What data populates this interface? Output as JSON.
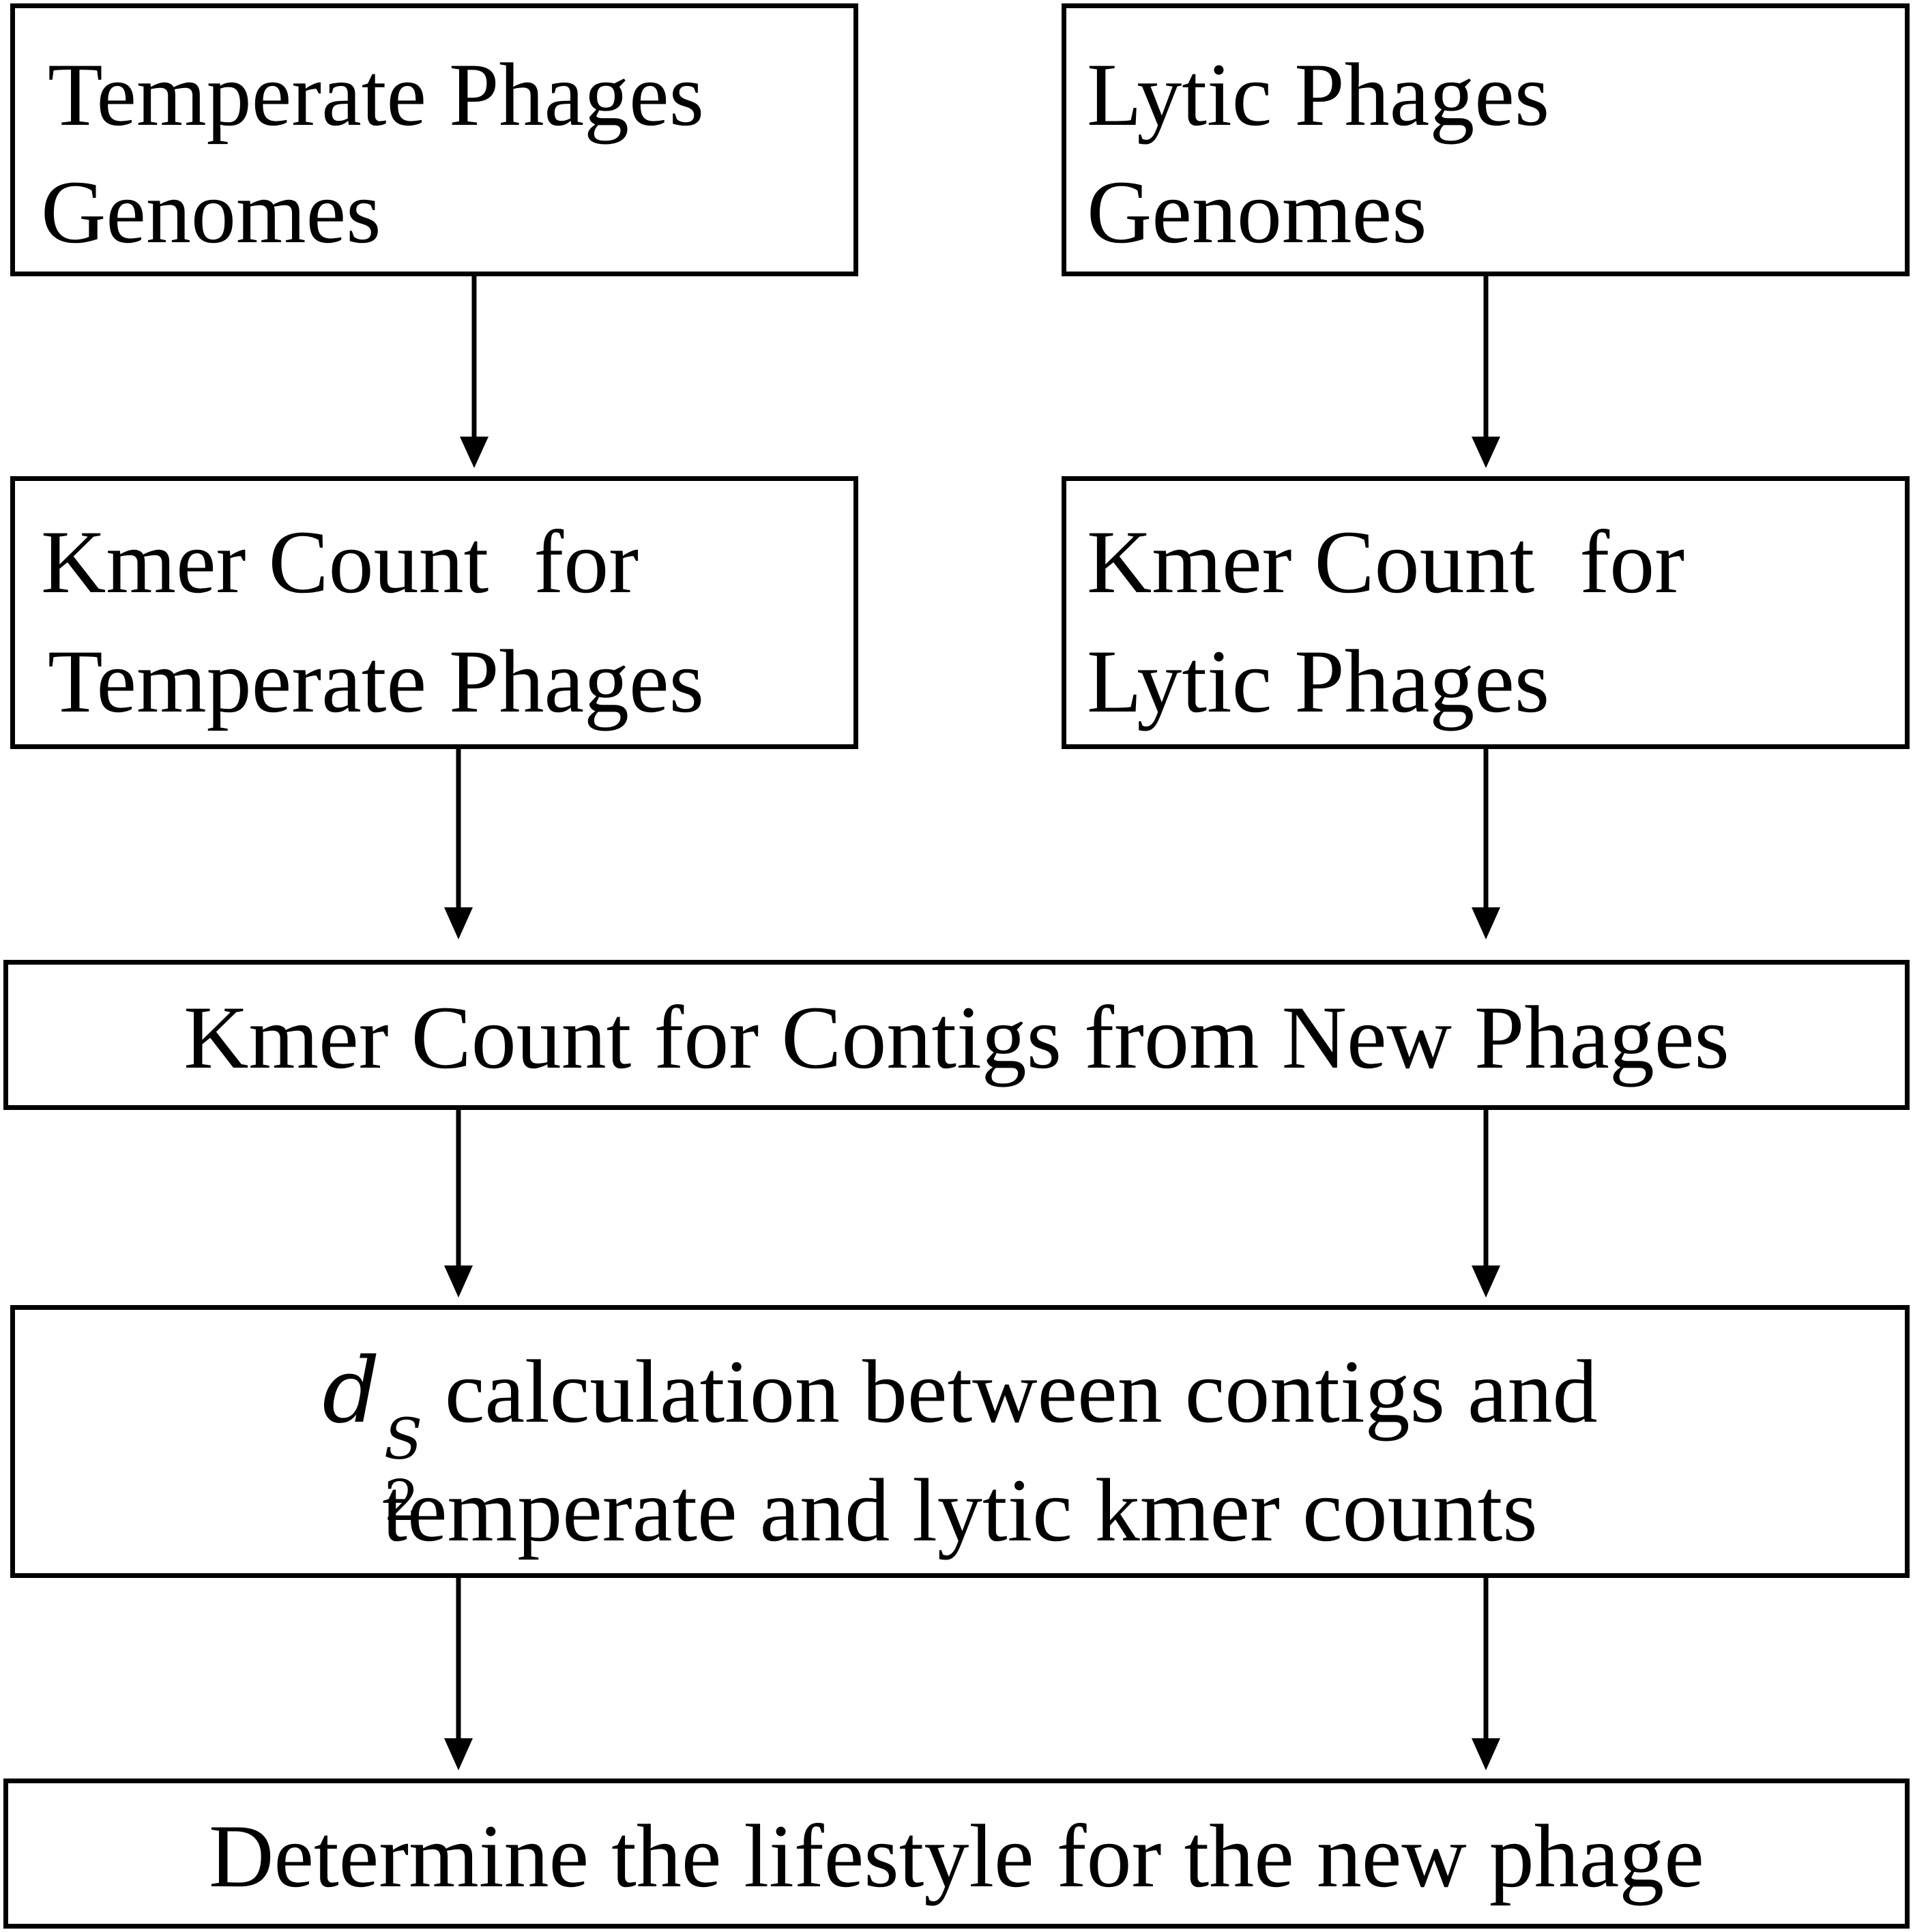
{
  "diagram": {
    "temperate_genomes": {
      "line1": "Temperate Phages",
      "line2": "Genomes"
    },
    "lytic_genomes": {
      "line1": "Lytic Phages",
      "line2": "Genomes"
    },
    "temperate_kmer": {
      "line1": "Kmer Count  for",
      "line2": "Temperate Phages"
    },
    "lytic_kmer": {
      "line1": "Kmer Count  for",
      "line2": "Lytic Phages"
    },
    "contig_kmer": {
      "label": "Kmer Count for Contigs from New Phages"
    },
    "d2s_calc": {
      "symbol_base": "d",
      "symbol_sup": "S",
      "symbol_sub": "2",
      "line1_rest": " calculation between contigs and",
      "line2": "temperate and lytic kmer counts"
    },
    "determine": {
      "label": "Determine the lifestyle for the new phage"
    }
  }
}
